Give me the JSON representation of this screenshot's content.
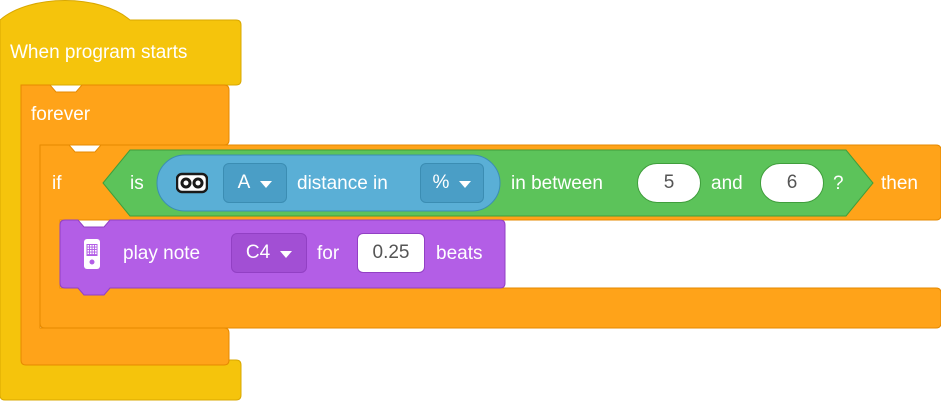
{
  "blocks": {
    "hat": {
      "label": "When program starts"
    },
    "forever": {
      "label": "forever"
    },
    "if": {
      "label": "if",
      "then_label": "then",
      "condition": {
        "is_label": "is",
        "sensor": {
          "icon": "distance-sensor-icon",
          "port": "A",
          "distance_label": "distance in",
          "unit": "%"
        },
        "between_label": "in between",
        "low": "5",
        "and_label": "and",
        "high": "6",
        "question_label": "?"
      }
    },
    "play_note": {
      "icon": "hub-icon",
      "label": "play note",
      "note": "C4",
      "for_label": "for",
      "beats_value": "0.25",
      "beats_label": "beats"
    }
  },
  "colors": {
    "events": "#f5c40c",
    "events_border": "#d9a800",
    "control": "#ffa319",
    "control_border": "#e68a00",
    "sensor_green": "#5cc35a",
    "sensor_green_border": "#3f9e3c",
    "sensor_blue": "#5aafd6",
    "sensor_blue_border": "#3b8db3",
    "sound": "#b35ee6",
    "sound_border": "#9240c4"
  }
}
